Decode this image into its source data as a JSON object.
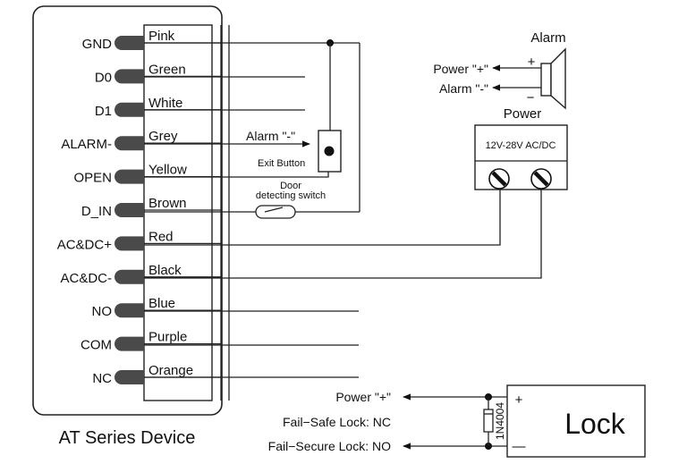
{
  "device": {
    "title": "AT Series Device",
    "pins": [
      {
        "terminal": "GND",
        "wire": "Pink"
      },
      {
        "terminal": "D0",
        "wire": "Green"
      },
      {
        "terminal": "D1",
        "wire": "White"
      },
      {
        "terminal": "ALARM-",
        "wire": "Grey"
      },
      {
        "terminal": "OPEN",
        "wire": "Yellow"
      },
      {
        "terminal": "D_IN",
        "wire": "Brown"
      },
      {
        "terminal": "AC&DC+",
        "wire": "Red"
      },
      {
        "terminal": "AC&DC-",
        "wire": "Black"
      },
      {
        "terminal": "NO",
        "wire": "Blue"
      },
      {
        "terminal": "COM",
        "wire": "Purple"
      },
      {
        "terminal": "NC",
        "wire": "Orange"
      }
    ]
  },
  "exit_button": {
    "label": "Exit Button",
    "alarm_label": "Alarm \"-\""
  },
  "door_switch": {
    "label_line1": "Door",
    "label_line2": "detecting switch"
  },
  "alarm": {
    "title": "Alarm",
    "plus": "+",
    "minus": "−",
    "power_label": "Power \"+\"",
    "alarm_label": "Alarm \"-\""
  },
  "power_supply": {
    "title": "Power",
    "rating": "12V-28V  AC/DC"
  },
  "lock": {
    "title": "Lock",
    "plus": "+",
    "minus": "—",
    "diode": "1N4004",
    "power_label": "Power \"+\"",
    "fail_safe_label": "Fail−Safe Lock: NC",
    "fail_secure_label": "Fail−Secure Lock: NO"
  }
}
